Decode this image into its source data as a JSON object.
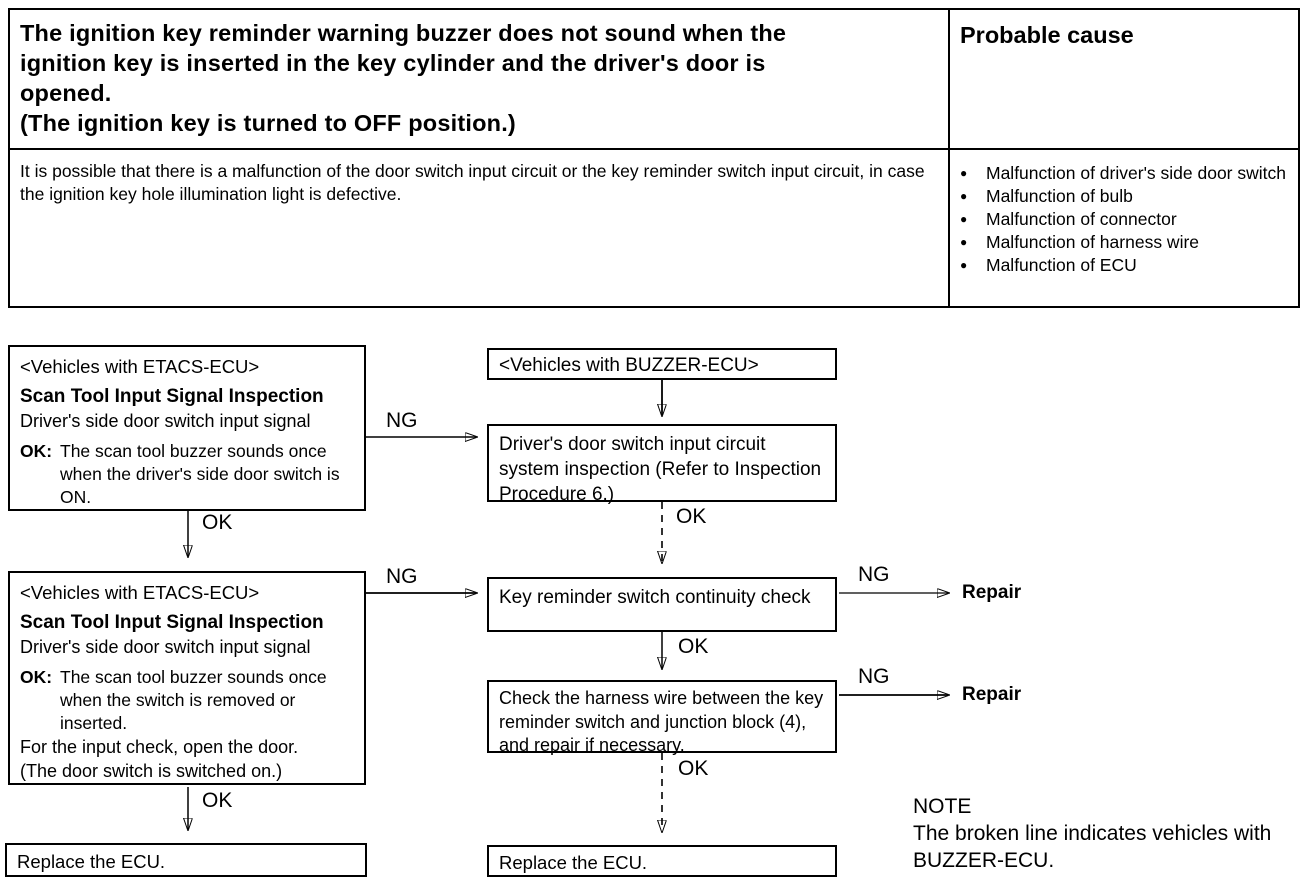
{
  "colors": {
    "ink": "#000000",
    "paper": "#ffffff"
  },
  "icons": {
    "bullet": "●"
  },
  "symptom_table": {
    "symptom_lines": [
      "The ignition key reminder warning buzzer does not sound when the",
      "ignition key is inserted in the key cylinder and the driver's door is",
      "opened.",
      "(The ignition key is turned to OFF position.)"
    ],
    "probable_cause_header": "Probable cause",
    "description": "It is possible that there is a malfunction of the door switch input circuit or the key reminder switch input circuit, in case the ignition key hole illumination light is defective.",
    "probable_causes": [
      "Malfunction of driver's side door switch",
      "Malfunction of bulb",
      "Malfunction of connector",
      "Malfunction of harness wire",
      "Malfunction of ECU"
    ]
  },
  "flowchart": {
    "box_etacs_1": {
      "variant": "<Vehicles with ETACS-ECU>",
      "title": "Scan Tool Input Signal Inspection",
      "subtitle": "Driver's side door switch input signal",
      "ok_label": "OK:",
      "ok_text": "The scan tool buzzer sounds once when the driver's side door switch is ON."
    },
    "box_buzzer": {
      "variant": "<Vehicles with BUZZER-ECU>"
    },
    "box_door_inspection": {
      "text": "Driver's door switch input circuit system inspection (Refer to Inspection Procedure 6.)"
    },
    "box_etacs_2": {
      "variant": "<Vehicles with ETACS-ECU>",
      "title": "Scan Tool Input Signal Inspection",
      "subtitle": "Driver's side door switch input signal",
      "ok_label": "OK:",
      "ok_text": "The scan tool buzzer sounds once when the switch is removed or inserted.",
      "note1": "For the input check, open the door.",
      "note2": "(The door switch is switched on.)"
    },
    "box_key_reminder": {
      "text": "Key reminder switch continuity check"
    },
    "box_harness": {
      "text": "Check the harness wire between the key reminder switch and junction block (4), and repair if necessary."
    },
    "box_replace_left": {
      "text": "Replace the ECU."
    },
    "box_replace_center": {
      "text": "Replace the ECU."
    },
    "labels": {
      "ok": "OK",
      "ng": "NG",
      "repair": "Repair"
    },
    "note": {
      "title": "NOTE",
      "text": "The broken line indicates vehicles with BUZZER-ECU."
    }
  }
}
